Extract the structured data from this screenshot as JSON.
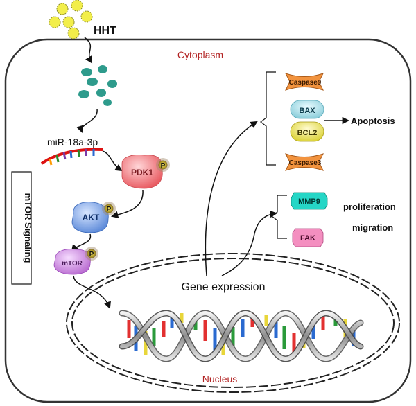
{
  "compound": "HHT",
  "compartments": {
    "cytoplasm": "Cytoplasm",
    "nucleus": "Nucleus"
  },
  "pathway_label": "mTOR Signaling",
  "mirna": "miR-18a-3p",
  "kinases": {
    "pdk1": "PDK1",
    "akt": "AKT",
    "mtor": "mTOR",
    "phospho": "P"
  },
  "gene_expression": "Gene expression",
  "apoptosis_group": {
    "caspase9": "Caspase9",
    "bax": "BAX",
    "bcl2": "BCL2",
    "caspase3": "Caspase3",
    "outcome": "Apoptosis"
  },
  "migration_group": {
    "mmp9": "MMP9",
    "fak": "FAK",
    "outcome_1": "proliferation",
    "outcome_2": "migration"
  },
  "colors": {
    "cell_border": "#333333",
    "compartment_label": "#b22222",
    "hht_dot": "#f2ee4a",
    "metabolite_dot": "#2e9b8c",
    "pdk1": "#f07a80",
    "akt": "#7aa6ea",
    "mtor": "#d58ee8",
    "phospho_badge": "#c9b63a",
    "caspase": "#f2933e",
    "bax": "#a8e0ea",
    "bcl2": "#e9e24a",
    "mmp9": "#25d6c6",
    "fak": "#f48fc0"
  }
}
